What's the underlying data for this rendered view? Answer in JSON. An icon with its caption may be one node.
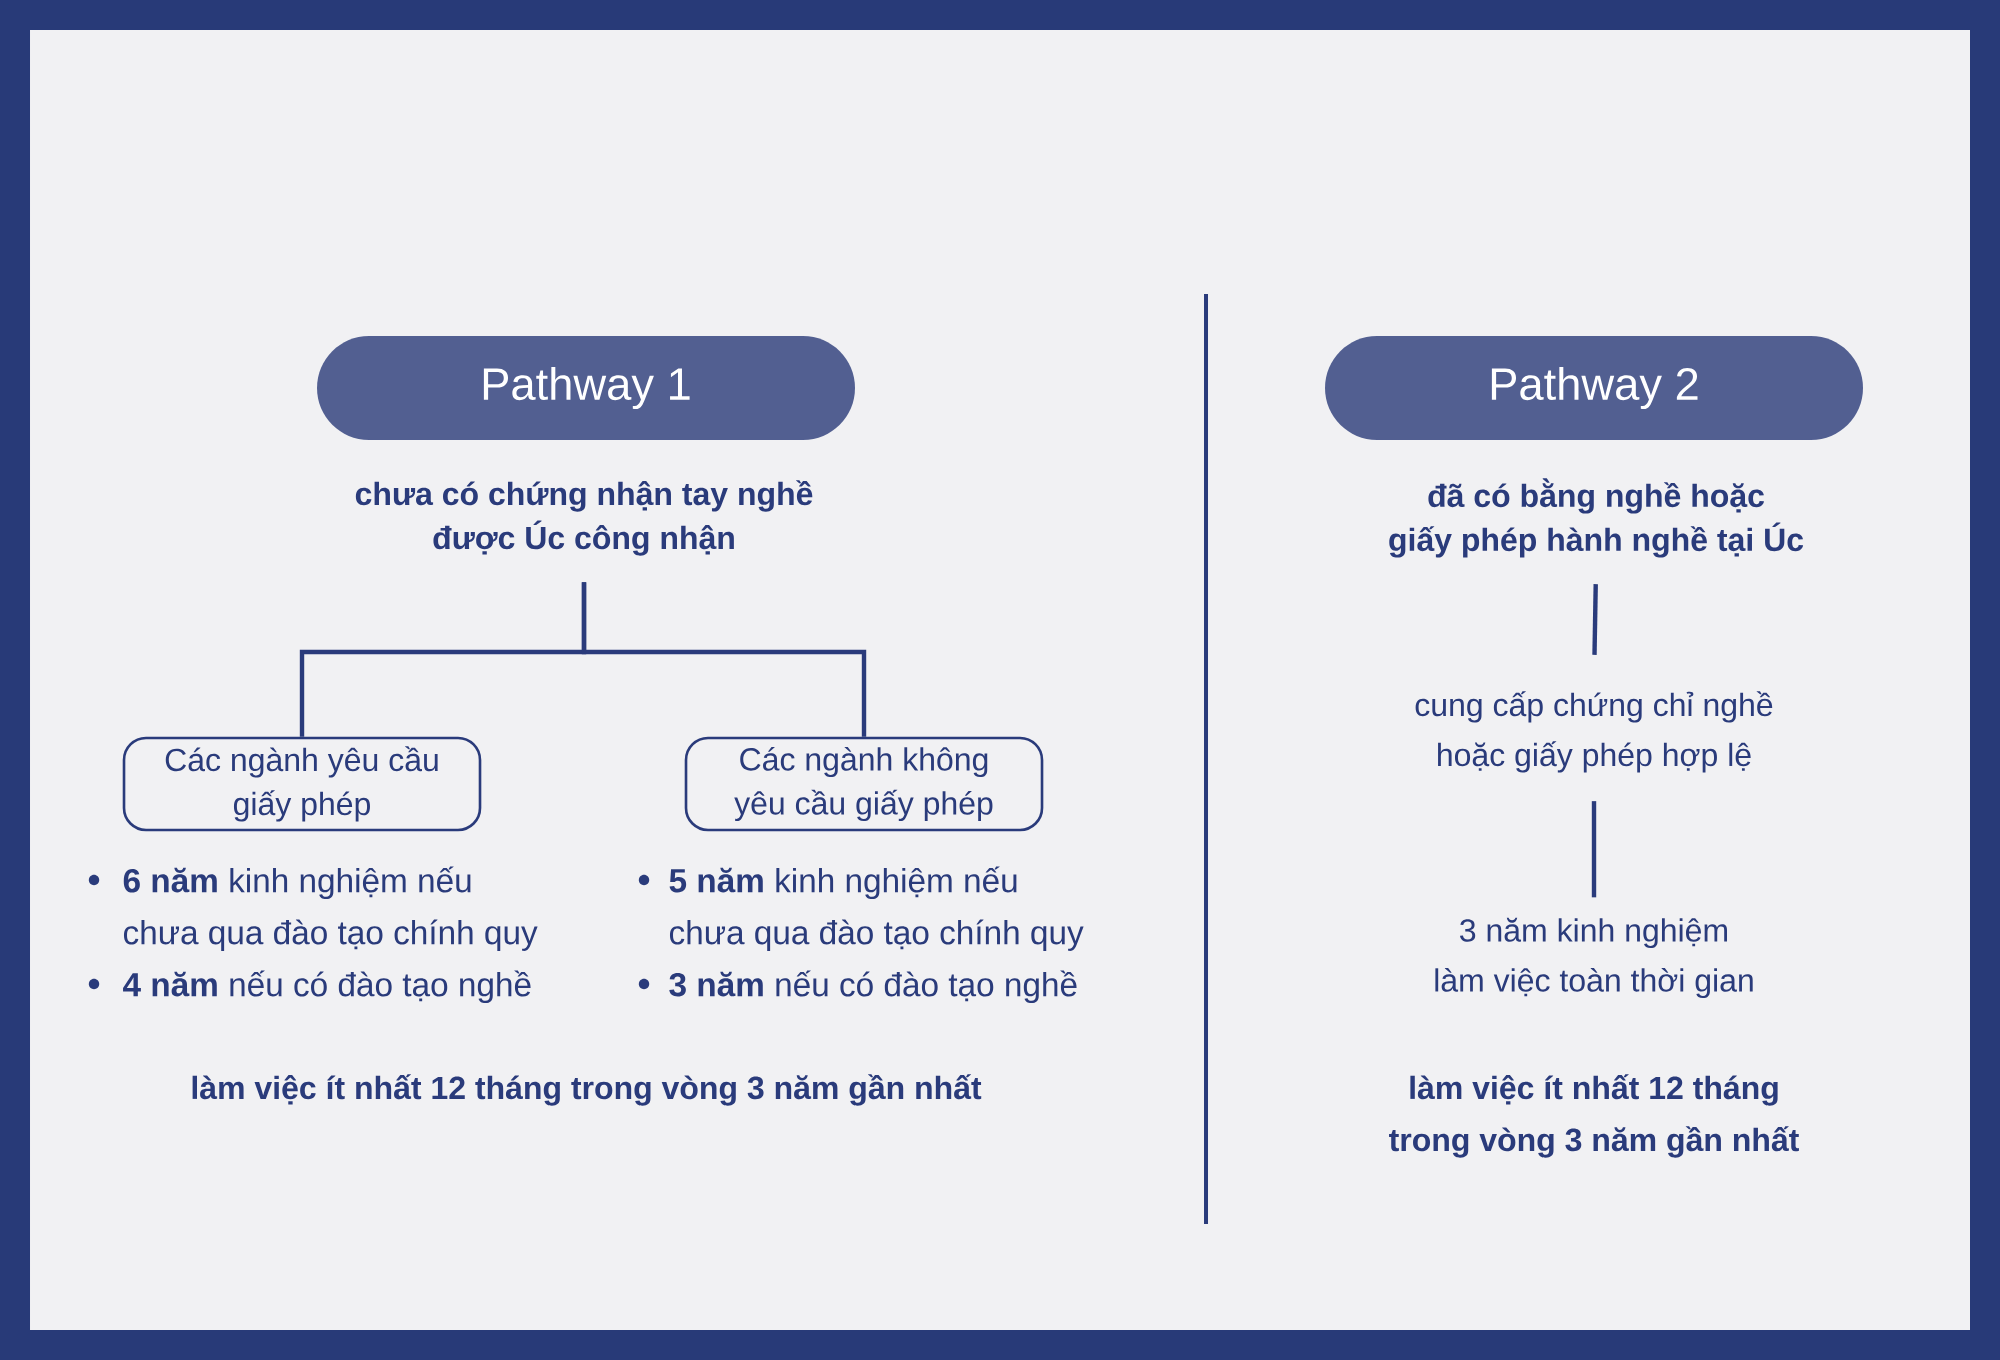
{
  "diagram": {
    "nodes": [
      {
        "text": [
          "Pathway 1"
        ]
      },
      {
        "text": [
          "chưa có chứng nhận tay nghề được Úc công nhận"
        ]
      },
      {
        "text": [
          "Các ngành yêu cầu giấy phép"
        ],
        "beside": [
          "**6 năm** kinh nghiệm nếu chưa qua đào tạo chính quy",
          "**4 năm** nếu có đào tạo nghề"
        ]
      },
      {
        "text": [
          "Các ngành không yêu cầu giấy phép"
        ],
        "beside": [
          "**5 năm** kinh nghiệm nếu chưa qua đào tạo chính quy",
          "**3 năm** nếu có đào tạo nghề"
        ]
      },
      {
        "text": [
          "Pathway 2"
        ]
      },
      {
        "text": [
          "đã có bằng nghề hoặc giấy phép hành nghề tại Úc"
        ]
      },
      {
        "text": [
          "cung cấp chứng chỉ nghề hoặc giấy phép hợp lệ"
        ]
      },
      {
        "text": [
          "3 năm kinh nghiệm làm việc toàn thời gian"
        ]
      }
    ],
    "edges": [
      {
        "from": 1,
        "to": 2,
        "arrow": "none"
      },
      {
        "from": 1,
        "to": 3,
        "arrow": "none"
      },
      {
        "from": 5,
        "to": 6,
        "arrow": "none"
      },
      {
        "from": 6,
        "to": 7,
        "arrow": "none"
      }
    ],
    "labels": [
      "làm việc ít nhất 12 tháng trong vòng 3 năm gần nhất",
      "làm việc ít nhất 12 tháng trong vòng 3 năm gần nhất"
    ]
  }
}
